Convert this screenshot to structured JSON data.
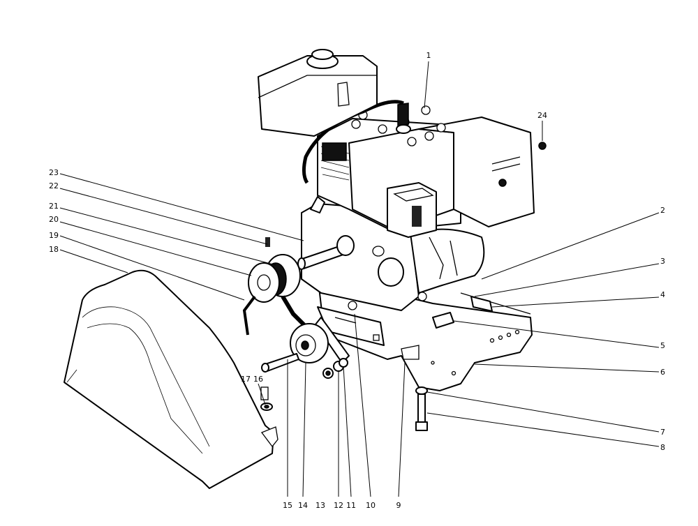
{
  "callouts": [
    {
      "id": "1",
      "label": "1"
    },
    {
      "id": "2",
      "label": "2"
    },
    {
      "id": "3",
      "label": "3"
    },
    {
      "id": "4",
      "label": "4"
    },
    {
      "id": "5",
      "label": "5"
    },
    {
      "id": "6",
      "label": "6"
    },
    {
      "id": "7",
      "label": "7"
    },
    {
      "id": "8",
      "label": "8"
    },
    {
      "id": "9",
      "label": "9"
    },
    {
      "id": "10",
      "label": "10"
    },
    {
      "id": "11",
      "label": "11"
    },
    {
      "id": "12",
      "label": "12"
    },
    {
      "id": "13",
      "label": "13"
    },
    {
      "id": "14",
      "label": "14"
    },
    {
      "id": "15",
      "label": "15"
    },
    {
      "id": "16",
      "label": "16"
    },
    {
      "id": "17",
      "label": "17"
    },
    {
      "id": "18",
      "label": "18"
    },
    {
      "id": "19",
      "label": "19"
    },
    {
      "id": "20",
      "label": "20"
    },
    {
      "id": "21",
      "label": "21"
    },
    {
      "id": "22",
      "label": "22"
    },
    {
      "id": "23",
      "label": "23"
    },
    {
      "id": "24",
      "label": "24"
    }
  ]
}
